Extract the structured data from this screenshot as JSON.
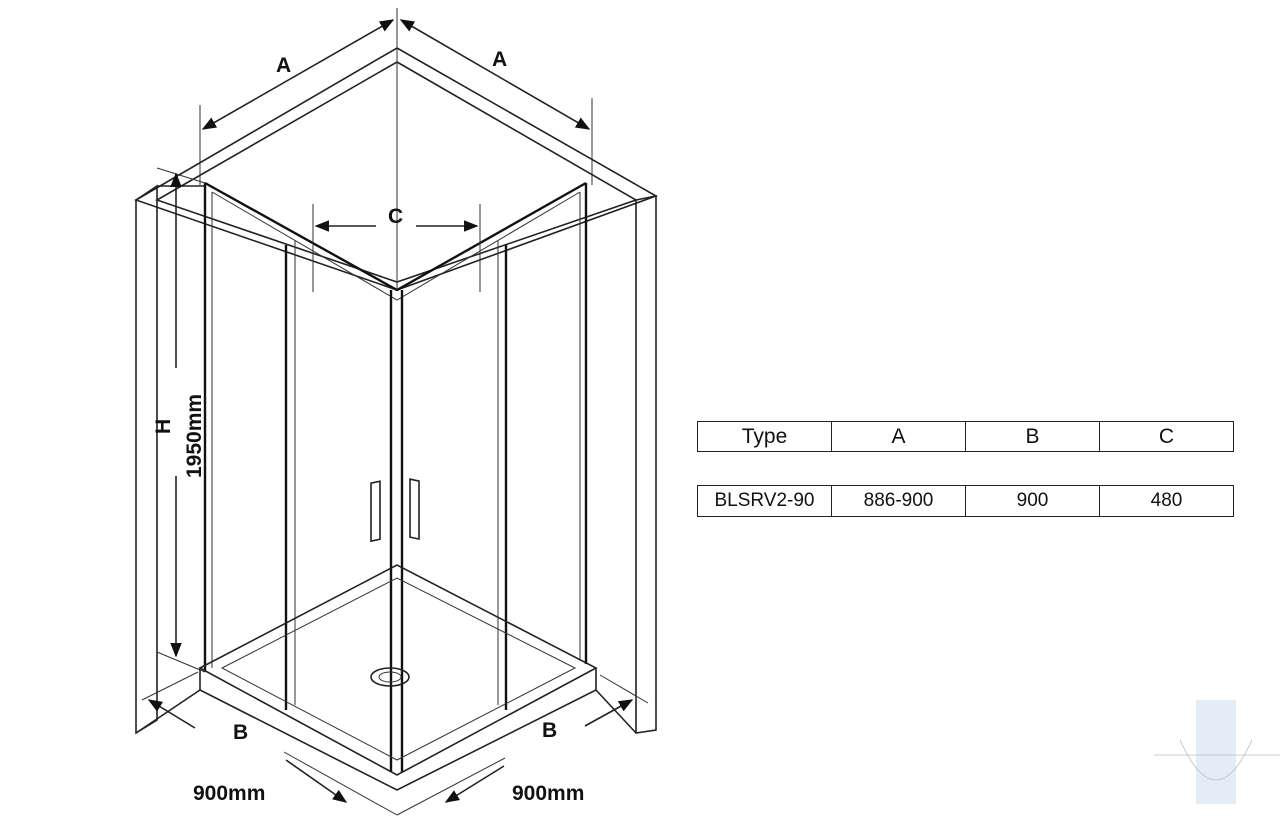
{
  "diagram": {
    "labels": {
      "a_left": "A",
      "a_right": "A",
      "c": "C",
      "h": "H",
      "height": "1950mm",
      "b_left": "B",
      "b_right": "B",
      "width_left": "900mm",
      "width_right": "900mm"
    }
  },
  "spec_table": {
    "headers": [
      "Type",
      "A",
      "B",
      "C"
    ],
    "rows": [
      [
        "BLSRV2-90",
        "886-900",
        "900",
        "480"
      ]
    ]
  },
  "colors": {
    "line": "#222222",
    "background": "#ffffff",
    "watermark": "#cfe0ef"
  }
}
